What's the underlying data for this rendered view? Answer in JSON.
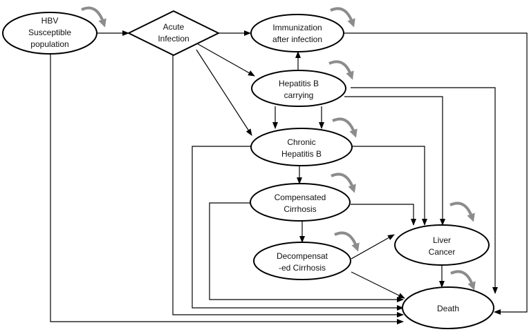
{
  "colors": {
    "node_stroke": "#000000",
    "edge": "#000000",
    "self_loop": "#8c8c8c",
    "background": "#ffffff"
  },
  "nodes": {
    "susceptible": {
      "lines": [
        "HBV",
        "Susceptible",
        "population"
      ]
    },
    "acute": {
      "lines": [
        "Acute",
        "Infection"
      ]
    },
    "immunization": {
      "lines": [
        "Immunization",
        "after infection"
      ]
    },
    "carrying": {
      "lines": [
        "Hepatitis B",
        "carrying"
      ]
    },
    "chronic": {
      "lines": [
        "Chronic",
        "Hepatitis B"
      ]
    },
    "compensated": {
      "lines": [
        "Compensated",
        "Cirrhosis"
      ]
    },
    "decompensated": {
      "lines": [
        "Decompensat",
        "-ed Cirrhosis"
      ]
    },
    "cancer": {
      "lines": [
        "Liver",
        "Cancer"
      ]
    },
    "death": {
      "lines": [
        "Death"
      ]
    }
  },
  "transitions": [
    {
      "from": "susceptible",
      "to": "acute"
    },
    {
      "from": "susceptible",
      "to": "death"
    },
    {
      "from": "acute",
      "to": "immunization"
    },
    {
      "from": "acute",
      "to": "carrying"
    },
    {
      "from": "acute",
      "to": "chronic"
    },
    {
      "from": "acute",
      "to": "death"
    },
    {
      "from": "immunization",
      "to": "death"
    },
    {
      "from": "carrying",
      "to": "immunization"
    },
    {
      "from": "carrying",
      "to": "chronic"
    },
    {
      "from": "carrying",
      "to": "cancer"
    },
    {
      "from": "carrying",
      "to": "death"
    },
    {
      "from": "chronic",
      "to": "compensated"
    },
    {
      "from": "chronic",
      "to": "cancer"
    },
    {
      "from": "chronic",
      "to": "death"
    },
    {
      "from": "compensated",
      "to": "decompensated"
    },
    {
      "from": "compensated",
      "to": "cancer"
    },
    {
      "from": "compensated",
      "to": "death"
    },
    {
      "from": "decompensated",
      "to": "cancer"
    },
    {
      "from": "decompensated",
      "to": "death"
    },
    {
      "from": "cancer",
      "to": "death"
    }
  ],
  "self_loops": [
    "susceptible",
    "immunization",
    "carrying",
    "chronic",
    "compensated",
    "decompensated",
    "cancer",
    "death"
  ]
}
